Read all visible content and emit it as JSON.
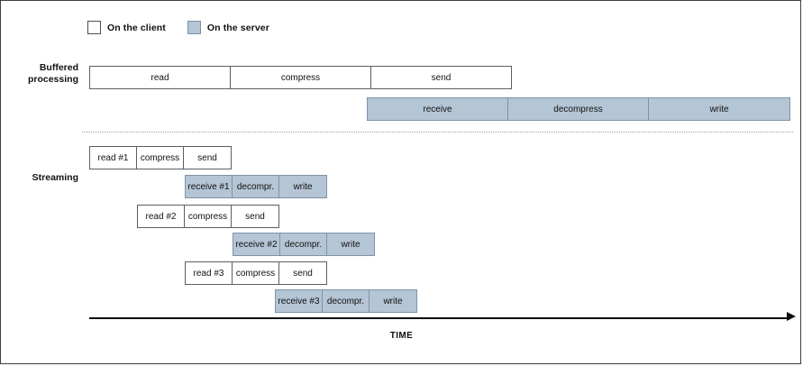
{
  "legend": {
    "items": [
      {
        "label": "On the client",
        "swatch": "client-swatch",
        "color": "#ffffff"
      },
      {
        "label": "On the server",
        "swatch": "server-swatch",
        "color": "#b4c5d5"
      }
    ]
  },
  "sections": {
    "buffered": {
      "label": "Buffered\nprocessing",
      "label_line1": "Buffered",
      "label_line2": "processing",
      "client_row": {
        "blocks": [
          "read",
          "compress",
          "send"
        ]
      },
      "server_row": {
        "blocks": [
          "receive",
          "decompress",
          "write"
        ]
      }
    },
    "streaming": {
      "label": "Streaming",
      "rows": [
        {
          "side": "client",
          "blocks": [
            "read #1",
            "compress",
            "send"
          ]
        },
        {
          "side": "server",
          "blocks": [
            "receive #1",
            "decompr.",
            "write"
          ]
        },
        {
          "side": "client",
          "blocks": [
            "read #2",
            "compress",
            "send"
          ]
        },
        {
          "side": "server",
          "blocks": [
            "receive #2",
            "decompr.",
            "write"
          ]
        },
        {
          "side": "client",
          "blocks": [
            "read #3",
            "compress",
            "send"
          ]
        },
        {
          "side": "server",
          "blocks": [
            "receive #3",
            "decompr.",
            "write"
          ]
        }
      ]
    }
  },
  "axis": {
    "title": "TIME",
    "direction": "left-to-right"
  },
  "colors": {
    "client_fill": "#ffffff",
    "server_fill": "#b4c5d5",
    "block_border": "#5a5f67",
    "server_border": "#7f93a7",
    "axis": "#0d0d0d",
    "divider": "#9aa2ab"
  }
}
